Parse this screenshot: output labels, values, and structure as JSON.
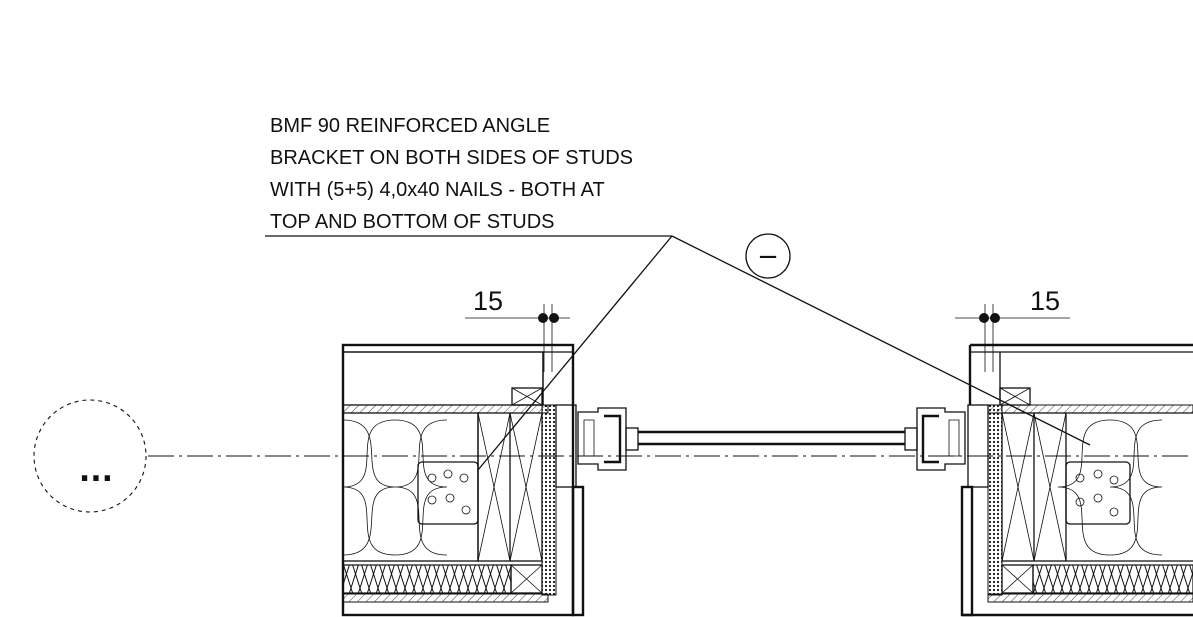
{
  "note": {
    "lines": [
      "BMF 90 REINFORCED ANGLE",
      "BRACKET ON BOTH SIDES OF STUDS",
      "WITH (5+5) 4,0x40 NAILS - BOTH AT",
      "TOP AND BOTTOM OF STUDS"
    ]
  },
  "dimensions": {
    "left": "15",
    "right": "15"
  },
  "section_marker": {
    "symbol": "−"
  },
  "detail_reference": {
    "label": "..."
  }
}
